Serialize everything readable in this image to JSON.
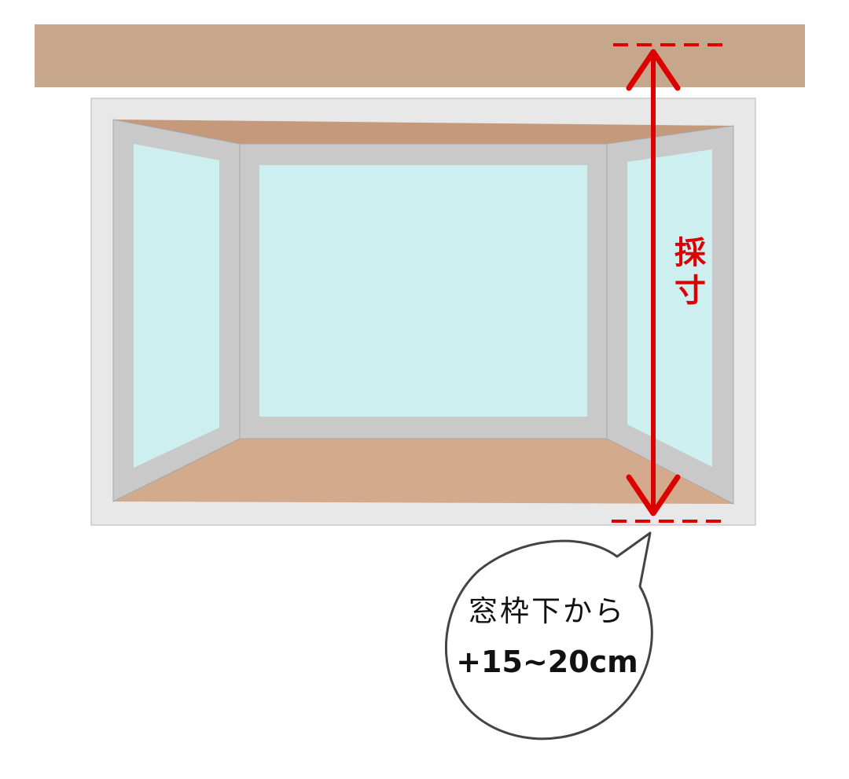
{
  "measurement": {
    "label_char_1": "採",
    "label_char_2": "寸"
  },
  "callout": {
    "line1": "窓枠下から",
    "line2": "+15~20cm"
  },
  "colors": {
    "ceiling": "#c6a78c",
    "wall_frame": "#e8e8e8",
    "window_frame": "#c9c9c9",
    "glass": "#ceeff0",
    "top_panel": "#c4997c",
    "floor_panel": "#d4aa8c",
    "measure_red": "#dd0000"
  }
}
